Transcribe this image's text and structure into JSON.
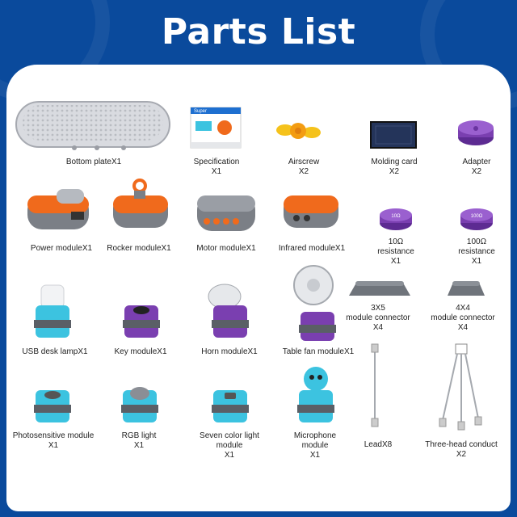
{
  "title": "Parts List",
  "parts": [
    {
      "id": "bottom-plate",
      "lines": [
        "Bottom plateX1"
      ]
    },
    {
      "id": "specification",
      "lines": [
        "Specification",
        "X1"
      ]
    },
    {
      "id": "airscrew",
      "lines": [
        "Airscrew",
        "X2"
      ]
    },
    {
      "id": "molding-card",
      "lines": [
        "Molding card",
        "X2"
      ]
    },
    {
      "id": "adapter",
      "lines": [
        "Adapter",
        "X2"
      ]
    },
    {
      "id": "power-module",
      "lines": [
        "Power moduleX1"
      ]
    },
    {
      "id": "rocker-module",
      "lines": [
        "Rocker moduleX1"
      ]
    },
    {
      "id": "motor-module",
      "lines": [
        "Motor moduleX1"
      ]
    },
    {
      "id": "infrared-module",
      "lines": [
        "Infrared moduleX1"
      ]
    },
    {
      "id": "resistance-10",
      "lines": [
        "10Ω",
        "resistance",
        "X1"
      ]
    },
    {
      "id": "resistance-100",
      "lines": [
        "100Ω",
        "resistance",
        "X1"
      ]
    },
    {
      "id": "usb-desk-lamp",
      "lines": [
        "USB desk lampX1"
      ]
    },
    {
      "id": "key-module",
      "lines": [
        "Key moduleX1"
      ]
    },
    {
      "id": "horn-module",
      "lines": [
        "Horn moduleX1"
      ]
    },
    {
      "id": "table-fan-module",
      "lines": [
        "Table fan moduleX1"
      ]
    },
    {
      "id": "connector-3x5",
      "lines": [
        "3X5",
        "module connector",
        "X4"
      ]
    },
    {
      "id": "connector-4x4",
      "lines": [
        "4X4",
        "module connector",
        "X4"
      ]
    },
    {
      "id": "photosensitive-module",
      "lines": [
        "Photosensitive module",
        "X1"
      ]
    },
    {
      "id": "rgb-light",
      "lines": [
        "RGB light",
        "X1"
      ]
    },
    {
      "id": "seven-color-light-module",
      "lines": [
        "Seven color light",
        "module",
        "X1"
      ]
    },
    {
      "id": "microphone-module",
      "lines": [
        "Microphone",
        "module",
        "X1"
      ]
    },
    {
      "id": "lead",
      "lines": [
        "LeadX8"
      ]
    },
    {
      "id": "three-head-conduct",
      "lines": [
        "Three-head conduct",
        "X2"
      ]
    }
  ],
  "item_text": {
    "resistance_10": "10Ω",
    "resistance_100": "100Ω",
    "spec_cover": "Super"
  },
  "colors": {
    "background": "#0a4a9c",
    "card": "#ffffff",
    "orange": "#f06a1c",
    "gray": "#7b7f86",
    "purple": "#7a3fb0",
    "cyan": "#3cc3e0",
    "yellow": "#f5c21b"
  }
}
